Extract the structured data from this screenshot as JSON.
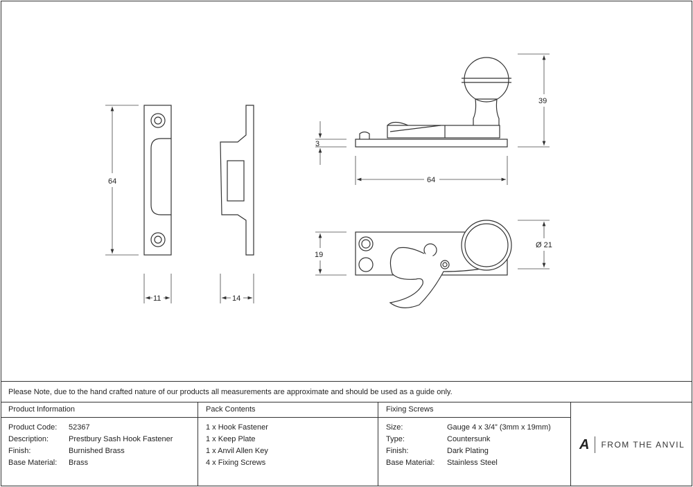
{
  "dimensions": {
    "keep_height": "64",
    "keep_width": "11",
    "keep_profile_width": "14",
    "base_thickness": "3",
    "overall_length": "64",
    "overall_height": "39",
    "plate_width": "19",
    "knob_diameter": "Ø 21"
  },
  "note": "Please Note, due to the hand crafted nature of our products all measurements are approximate and should be used as a guide only.",
  "product_info": {
    "heading": "Product Information",
    "rows": [
      {
        "label": "Product Code:",
        "value": "52367"
      },
      {
        "label": "Description:",
        "value": "Prestbury Sash Hook Fastener"
      },
      {
        "label": "Finish:",
        "value": "Burnished Brass"
      },
      {
        "label": "Base Material:",
        "value": "Brass"
      }
    ]
  },
  "pack_contents": {
    "heading": "Pack Contents",
    "items": [
      "1 x Hook Fastener",
      "1 x Keep Plate",
      "1 x Anvil Allen Key",
      "4 x Fixing Screws"
    ]
  },
  "fixing_screws": {
    "heading": "Fixing Screws",
    "rows": [
      {
        "label": "Size:",
        "value": "Gauge 4 x 3/4” (3mm x 19mm)"
      },
      {
        "label": "Type:",
        "value": "Countersunk"
      },
      {
        "label": "Finish:",
        "value": "Dark Plating"
      },
      {
        "label": "Base Material:",
        "value": "Stainless Steel"
      }
    ]
  },
  "logo": {
    "text": "FROM THE ANVIL"
  }
}
